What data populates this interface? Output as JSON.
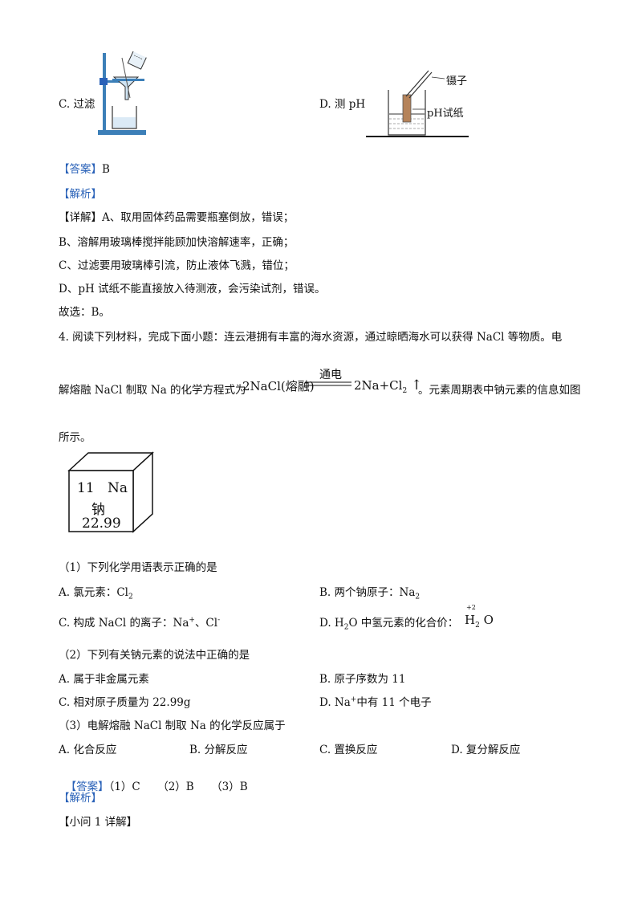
{
  "top_options": {
    "c_label": "C. 过滤",
    "d_label": "D. 测 pH",
    "d_labels": {
      "tweezers": "镊子",
      "ph_paper": "pH试纸"
    }
  },
  "q3_answer": {
    "answer_tag": "【答案】",
    "answer_value": "B",
    "analysis_tag": "【解析】",
    "detail_tag": "【详解】",
    "lines": [
      "A、取用固体药品需要瓶塞倒放，错误；",
      "B、溶解用玻璃棒搅拌能顾加快溶解速率，正确；",
      "C、过滤要用玻璃棒引流，防止液体飞溅，错位；",
      "D、pH 试纸不能直接放入待测液，会污染试剂，错误。",
      "故选：B。"
    ]
  },
  "q4": {
    "intro_1": "4. 阅读下列材料，完成下面小题：连云港拥有丰富的海水资源，通过晾晒海水可以获得 NaCl 等物质。电",
    "intro_2a": "解熔融 NaCl 制取 Na 的化学方程式为",
    "eq_left": "2NaCl(熔融)",
    "eq_condition": "通电",
    "eq_right_na": "2Na+Cl",
    "eq_right_sub": "2",
    "eq_arrow": "↑",
    "intro_2b": "。元素周期表中钠元素的信息如图",
    "intro_3": "所示。",
    "element": {
      "number": "11",
      "symbol": "Na",
      "name": "钠",
      "mass": "22.99"
    },
    "sub1": {
      "stem": "（1）下列化学用语表示正确的是",
      "A": "A.  氯元素：Cl",
      "A_sub": "2",
      "B": "B.  两个钠原子：Na",
      "B_sub": "2",
      "C": "C.  构成 NaCl 的离子：Na",
      "C_sup1": "+",
      "C_mid": "、Cl",
      "C_sup2": "-",
      "D": "D.  H",
      "D_sub": "2",
      "D_rest": "O 中氢元素的化合价：",
      "D_formula_top": "+2",
      "D_formula": "H",
      "D_formula_sub": "2",
      "D_formula_end": " O"
    },
    "sub2": {
      "stem": "（2）下列有关钠元素的说法中正确的是",
      "A": "A.  属于非金属元素",
      "B": "B.  原子序数为 11",
      "C": "C.  相对原子质量为 22.99g",
      "D_a": "D.  Na",
      "D_sup": "+",
      "D_b": "中有 11 个电子"
    },
    "sub3": {
      "stem": "（3）电解熔融 NaCl 制取 Na 的化学反应属于",
      "A": "A.  化合反应",
      "B": "B.  分解反应",
      "C": "C.  置换反应",
      "D": "D.  复分解反应"
    },
    "answer_tag": "【答案】",
    "answer_value": "（1）C     （2）B     （3）B",
    "analysis_tag": "【解析】",
    "small_q_tag": "【小问 1 详解】"
  }
}
